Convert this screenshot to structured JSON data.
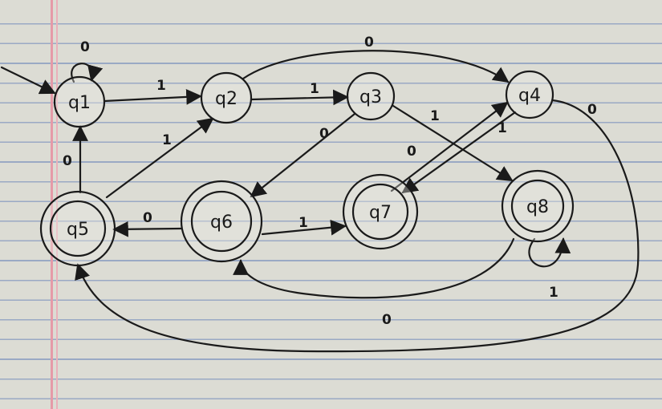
{
  "diagram": {
    "type": "finite-state-automaton",
    "start_state": "q1",
    "states": [
      {
        "id": "q1",
        "label": "q1",
        "accepting": false
      },
      {
        "id": "q2",
        "label": "q2",
        "accepting": false
      },
      {
        "id": "q3",
        "label": "q3",
        "accepting": false
      },
      {
        "id": "q4",
        "label": "q4",
        "accepting": false
      },
      {
        "id": "q5",
        "label": "q5",
        "accepting": true
      },
      {
        "id": "q6",
        "label": "q6",
        "accepting": true
      },
      {
        "id": "q7",
        "label": "q7",
        "accepting": true
      },
      {
        "id": "q8",
        "label": "q8",
        "accepting": true
      }
    ],
    "transitions": [
      {
        "from": "q1",
        "to": "q1",
        "label": "0"
      },
      {
        "from": "q1",
        "to": "q2",
        "label": "1"
      },
      {
        "from": "q2",
        "to": "q3",
        "label": "1"
      },
      {
        "from": "q2",
        "to": "q4",
        "label": "0"
      },
      {
        "from": "q3",
        "to": "q6",
        "label": "0"
      },
      {
        "from": "q3",
        "to": "q8",
        "label": "1"
      },
      {
        "from": "q4",
        "to": "q7",
        "label": "1"
      },
      {
        "from": "q7",
        "to": "q4",
        "label": "0"
      },
      {
        "from": "q4",
        "to": "q5",
        "label": "0"
      },
      {
        "from": "q5",
        "to": "q1",
        "label": "0"
      },
      {
        "from": "q5",
        "to": "q2",
        "label": "1"
      },
      {
        "from": "q6",
        "to": "q5",
        "label": "0"
      },
      {
        "from": "q6",
        "to": "q7",
        "label": "1"
      },
      {
        "from": "q8",
        "to": "q6",
        "label": "0"
      },
      {
        "from": "q8",
        "to": "q8",
        "label": "1"
      }
    ]
  },
  "colors": {
    "paper": "#dcdcd4",
    "rule_lines": "#9aa9c4",
    "margin_line": "#e59aa8",
    "ink": "#1a1a1a"
  }
}
